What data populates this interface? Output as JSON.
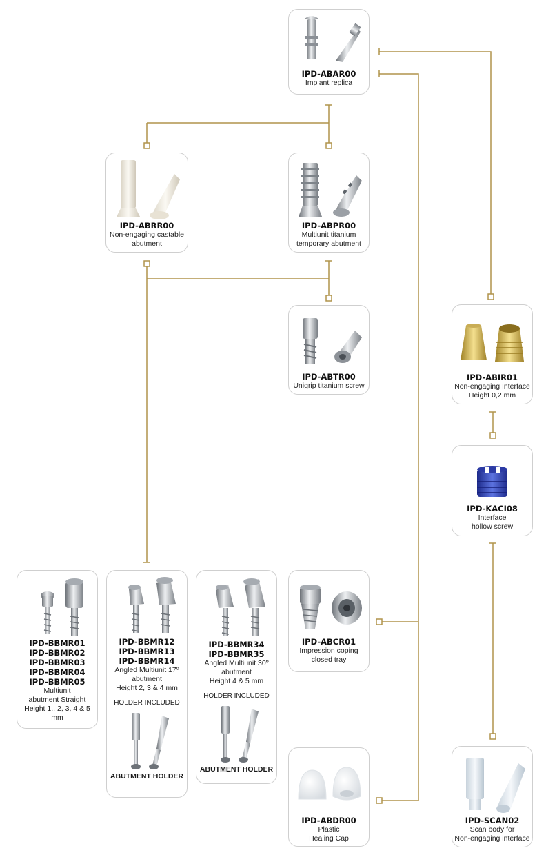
{
  "colors": {
    "connector": "#b0944b"
  },
  "cards": {
    "abar": {
      "codes": [
        "IPD-ABAR00"
      ],
      "desc": [
        "Implant replica"
      ]
    },
    "abrr": {
      "codes": [
        "IPD-ABRR00"
      ],
      "desc": [
        "Non-engaging castable",
        "abutment"
      ]
    },
    "abpr": {
      "codes": [
        "IPD-ABPR00"
      ],
      "desc": [
        "Multiunit titanium",
        "temporary abutment"
      ]
    },
    "abtr": {
      "codes": [
        "IPD-ABTR00"
      ],
      "desc": [
        "Unigrip titanium screw"
      ]
    },
    "abir": {
      "codes": [
        "IPD-ABIR01"
      ],
      "desc": [
        "Non-engaging Interface",
        "Height 0,2 mm"
      ]
    },
    "kaci": {
      "codes": [
        "IPD-KACI08"
      ],
      "desc": [
        "Interface",
        "hollow screw"
      ]
    },
    "bbmr0": {
      "codes": [
        "IPD-BBMR01",
        "IPD-BBMR02",
        "IPD-BBMR03",
        "IPD-BBMR04",
        "IPD-BBMR05"
      ],
      "desc": [
        "Multiunit",
        "abutment Straight",
        "Height 1., 2, 3, 4 & 5 mm"
      ]
    },
    "bbmr1": {
      "codes": [
        "IPD-BBMR12",
        "IPD-BBMR13",
        "IPD-BBMR14"
      ],
      "desc": [
        "Angled Multiunit 17º",
        "abutment",
        "Height 2, 3 & 4 mm"
      ],
      "holder_included": "HOLDER INCLUDED",
      "holder_label": "ABUTMENT HOLDER"
    },
    "bbmr3": {
      "codes": [
        "IPD-BBMR34",
        "IPD-BBMR35"
      ],
      "desc": [
        "Angled Multiunit 30º",
        "abutment",
        "Height 4 & 5 mm"
      ],
      "holder_included": "HOLDER INCLUDED",
      "holder_label": "ABUTMENT HOLDER"
    },
    "abcr": {
      "codes": [
        "IPD-ABCR01"
      ],
      "desc": [
        "Impression coping",
        "closed tray"
      ]
    },
    "abdr": {
      "codes": [
        "IPD-ABDR00"
      ],
      "desc": [
        "Plastic",
        "Healing Cap"
      ]
    },
    "scan": {
      "codes": [
        "IPD-SCAN02"
      ],
      "desc": [
        "Scan body for",
        "Non-engaging interface"
      ]
    }
  }
}
